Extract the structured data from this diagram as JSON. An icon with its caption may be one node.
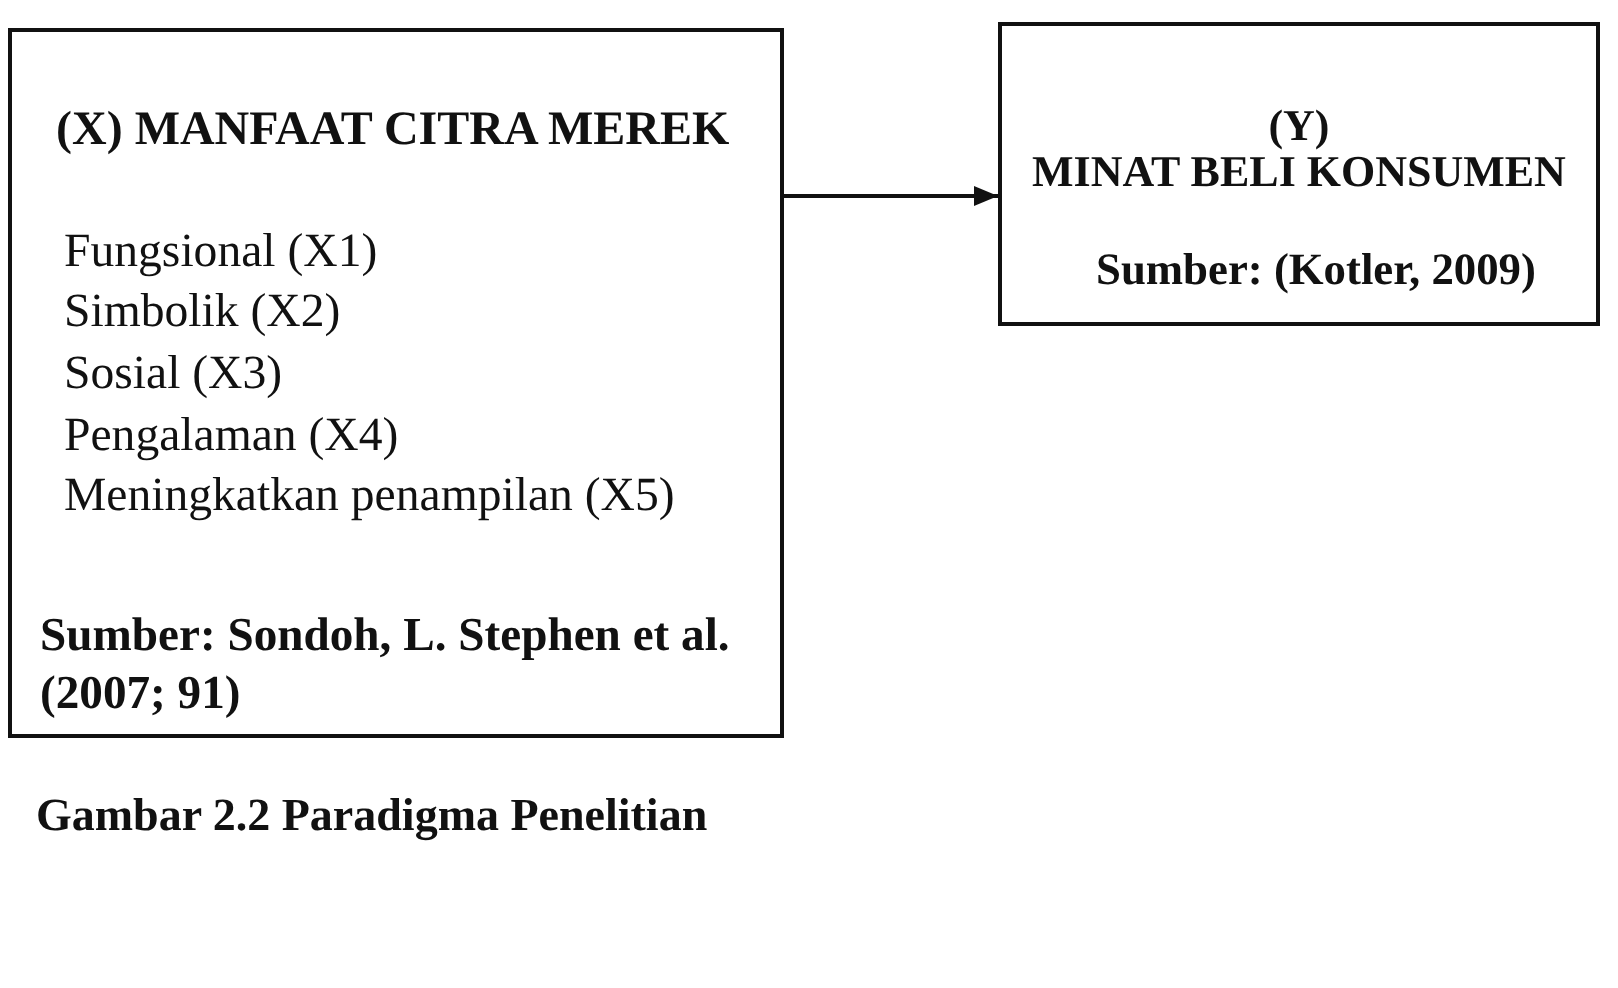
{
  "diagram": {
    "caption": "Gambar 2.2 Paradigma Penelitian",
    "nodes": [
      {
        "text": [
          "(X) MANFAAT CITRA MEREK",
          "Fungsional (X1)",
          "Simbolik (X2)",
          "Sosial (X3)",
          "Pengalaman (X4)",
          "Meningkatkan penampilan (X5)",
          "Sumber: Sondoh, L. Stephen et al. (2007; 91)"
        ]
      },
      {
        "text": [
          "(Y) MINAT BELI KONSUMEN",
          "Sumber: (Kotler, 2009)"
        ]
      }
    ],
    "edges": [
      {
        "from": 0,
        "to": 1,
        "arrow": "to"
      }
    ]
  }
}
